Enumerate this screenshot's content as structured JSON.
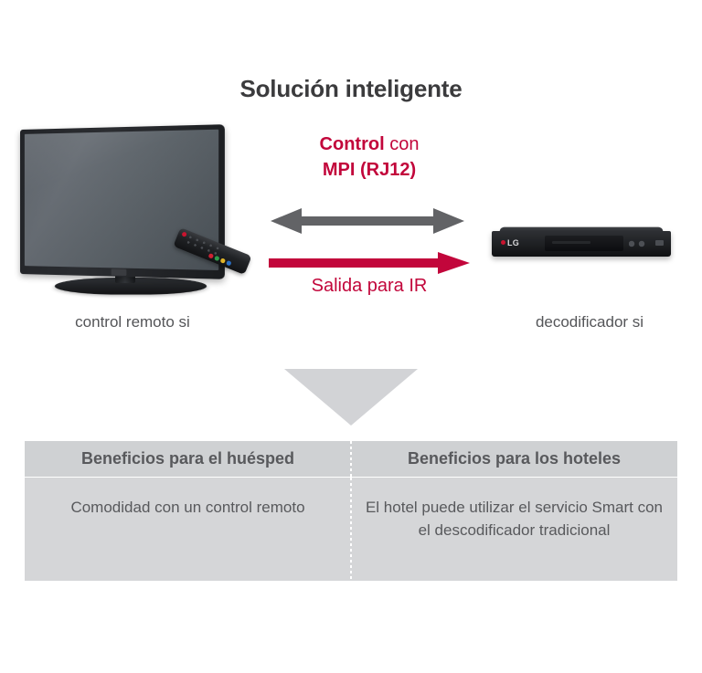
{
  "title": "Solución inteligente",
  "diagram": {
    "tv": {
      "caption": "control remoto si",
      "remote_icon": "tv-remote-control-icon",
      "device_icon": "television-icon"
    },
    "stb": {
      "caption": "decodificador si",
      "device_icon": "set-top-box-icon",
      "brand": "LG"
    },
    "connection_label": {
      "line1_strong": "Control",
      "line1_light": " con",
      "line2": "MPI (RJ12)"
    },
    "ir_label": "Salida para IR",
    "arrows": {
      "bidirectional_icon": "double-headed-arrow-icon",
      "ir_icon": "right-arrow-icon",
      "down_icon": "down-triangle-icon"
    }
  },
  "benefits": {
    "headers": [
      "Beneficios para el huésped",
      "Beneficios para los hoteles"
    ],
    "cells": [
      "Comodidad con un control remoto",
      "El hotel puede utilizar el servicio Smart con el descodificador tradicional"
    ]
  },
  "colors": {
    "accent_red": "#c2063b",
    "arrow_gray": "#626366",
    "title_gray": "#3b3b3d",
    "table_header_bg": "#cfd1d3",
    "table_body_bg": "#d5d6d8",
    "triangle": "#d2d3d6"
  }
}
